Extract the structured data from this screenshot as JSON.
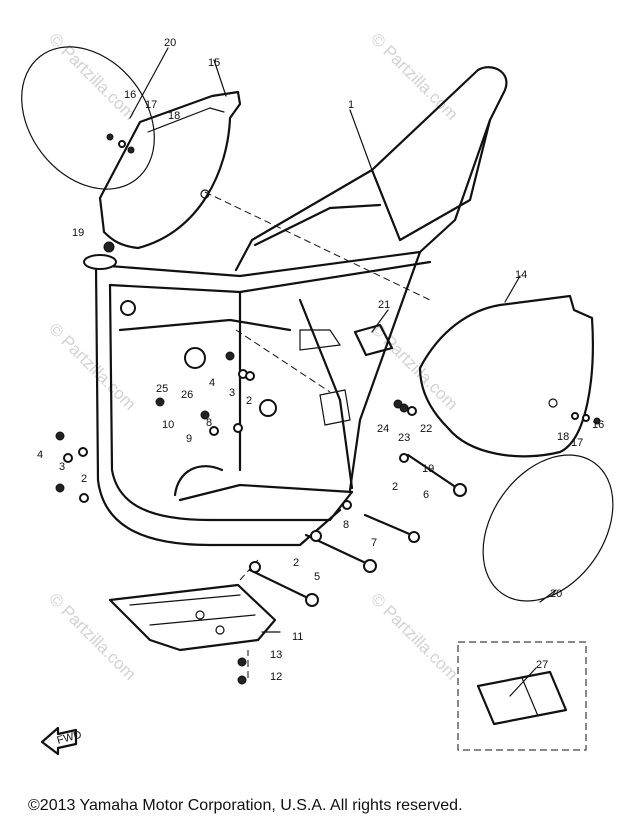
{
  "watermark": "© Partzilla.com",
  "copyright": "©2013 Yamaha Motor Corporation, U.S.A. All rights reserved.",
  "fwd_label": "FWD",
  "callouts": {
    "c1": "1",
    "c2a": "2",
    "c2b": "2",
    "c2c": "2",
    "c2d": "2",
    "c3a": "3",
    "c3b": "3",
    "c4a": "4",
    "c4b": "4",
    "c5": "5",
    "c6": "6",
    "c7": "7",
    "c8a": "8",
    "c8b": "8",
    "c9": "9",
    "c10": "10",
    "c11": "11",
    "c12": "12",
    "c13": "13",
    "c14": "14",
    "c15": "15",
    "c16a": "16",
    "c16b": "16",
    "c17a": "17",
    "c17b": "17",
    "c18a": "18",
    "c18b": "18",
    "c19a": "19",
    "c19b": "19",
    "c20a": "20",
    "c20b": "20",
    "c21": "21",
    "c22": "22",
    "c23": "23",
    "c24": "24",
    "c25": "25",
    "c26": "26",
    "c27": "27"
  }
}
